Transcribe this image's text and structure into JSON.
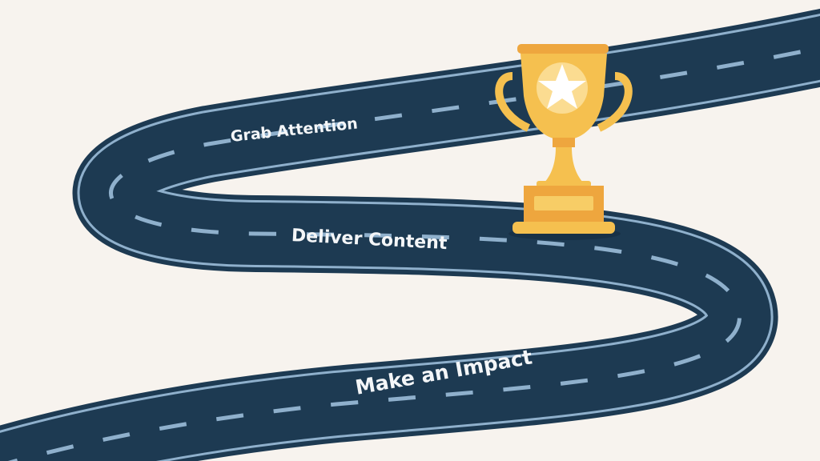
{
  "stages": [
    {
      "label": "Grab Attention"
    },
    {
      "label": "Deliver Content"
    },
    {
      "label": "Make an Impact"
    }
  ],
  "goal_icon": "trophy-star-icon",
  "colors": {
    "background": "#f7f3ee",
    "road": "#1d3a52",
    "road_lines": "#8fb0cc",
    "trophy": "#f5c04f",
    "trophy_dark": "#eea63e"
  }
}
